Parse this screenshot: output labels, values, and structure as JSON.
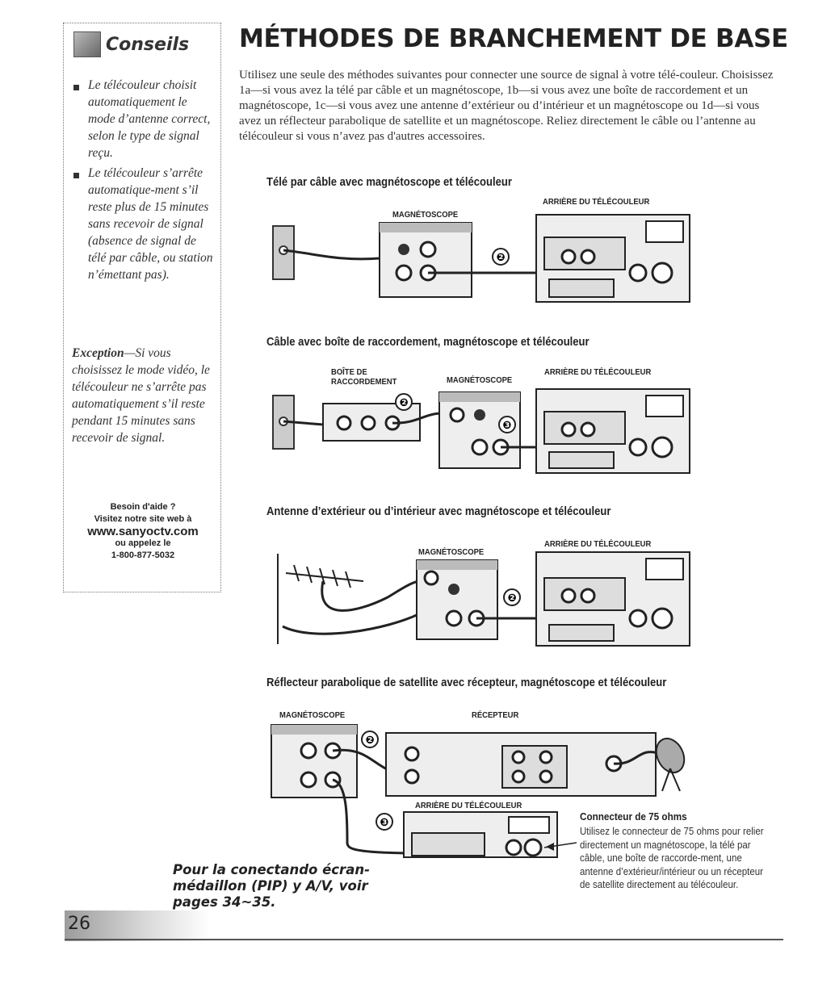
{
  "sidebar": {
    "title": "Conseils",
    "tips": [
      "Le télécouleur choisit automatiquement le mode d’antenne correct, selon le type de signal reçu.",
      "Le télécouleur s’arrête automatique-ment s’il reste plus de 15 minutes sans recevoir de signal (absence de signal de télé par câble, ou station n’émettant pas)."
    ],
    "exception_label": "Exception",
    "exception_text": "—Si vous choisissez le mode vidéo, le télécouleur ne s’arrête pas automatiquement s’il reste pendant 15 minutes sans recevoir de signal.",
    "help_line1": "Besoin d'aide ?",
    "help_line2": "Visitez notre site web à",
    "help_web": "www.sanyoctv.com",
    "help_line3": "ou appelez le",
    "help_phone": "1-800-877-5032"
  },
  "title": "MÉTHODES DE BRANCHEMENT DE BASE",
  "intro": "Utilisez une seule des méthodes suivantes pour connecter une source de signal à votre télé-couleur. Choisissez 1a—si vous avez la télé par câble et un magnétoscope, 1b—si vous avez une boîte de raccordement et un magnétoscope, 1c—si vous avez une antenne d’extérieur ou d’intérieur et un magnétoscope ou 1d—si vous avez un réflecteur parabolique de satellite et un magnétoscope. Reliez directement le câble ou l’antenne au télécouleur si vous n’avez pas d'autres accessoires.",
  "sections": [
    {
      "title": "Télé par câble avec magnétoscope et télécouleur",
      "labels": [
        "MAGNÉTOSCOPE",
        "ARRIÈRE DU TÉLÉCOULEUR"
      ],
      "step": "❷"
    },
    {
      "title": "Câble avec boîte de raccordement, magnétoscope et télécouleur",
      "labels": [
        "BOÎTE DE",
        "RACCORDEMENT",
        "MAGNÉTOSCOPE",
        "ARRIÈRE DU TÉLÉCOULEUR"
      ],
      "steps": [
        "❷",
        "❸"
      ]
    },
    {
      "title": "Antenne d’extérieur ou d’intérieur avec magnétoscope et télécouleur",
      "labels": [
        "MAGNÉTOSCOPE",
        "ARRIÈRE DU TÉLÉCOULEUR"
      ],
      "step": "❷"
    },
    {
      "title": "Réflecteur parabolique de satellite avec récepteur, magnétoscope et télécouleur",
      "labels": [
        "MAGNÉTOSCOPE",
        "RÉCEPTEUR",
        "ARRIÈRE DU TÉLÉCOULEUR"
      ],
      "steps": [
        "❷",
        "❸"
      ]
    }
  ],
  "pip_note": "Pour la conectando écran-médaillon (PIP) y A/V, voir pages 34~35.",
  "connector": {
    "title": "Connecteur de 75 ohms",
    "text": "Utilisez le connecteur de 75 ohms pour relier directement un magnétoscope, la télé par câble, une boîte de raccorde-ment, une antenne d’extérieur/intérieur ou un récepteur de satellite directement au télécouleur."
  },
  "page_number": "26"
}
